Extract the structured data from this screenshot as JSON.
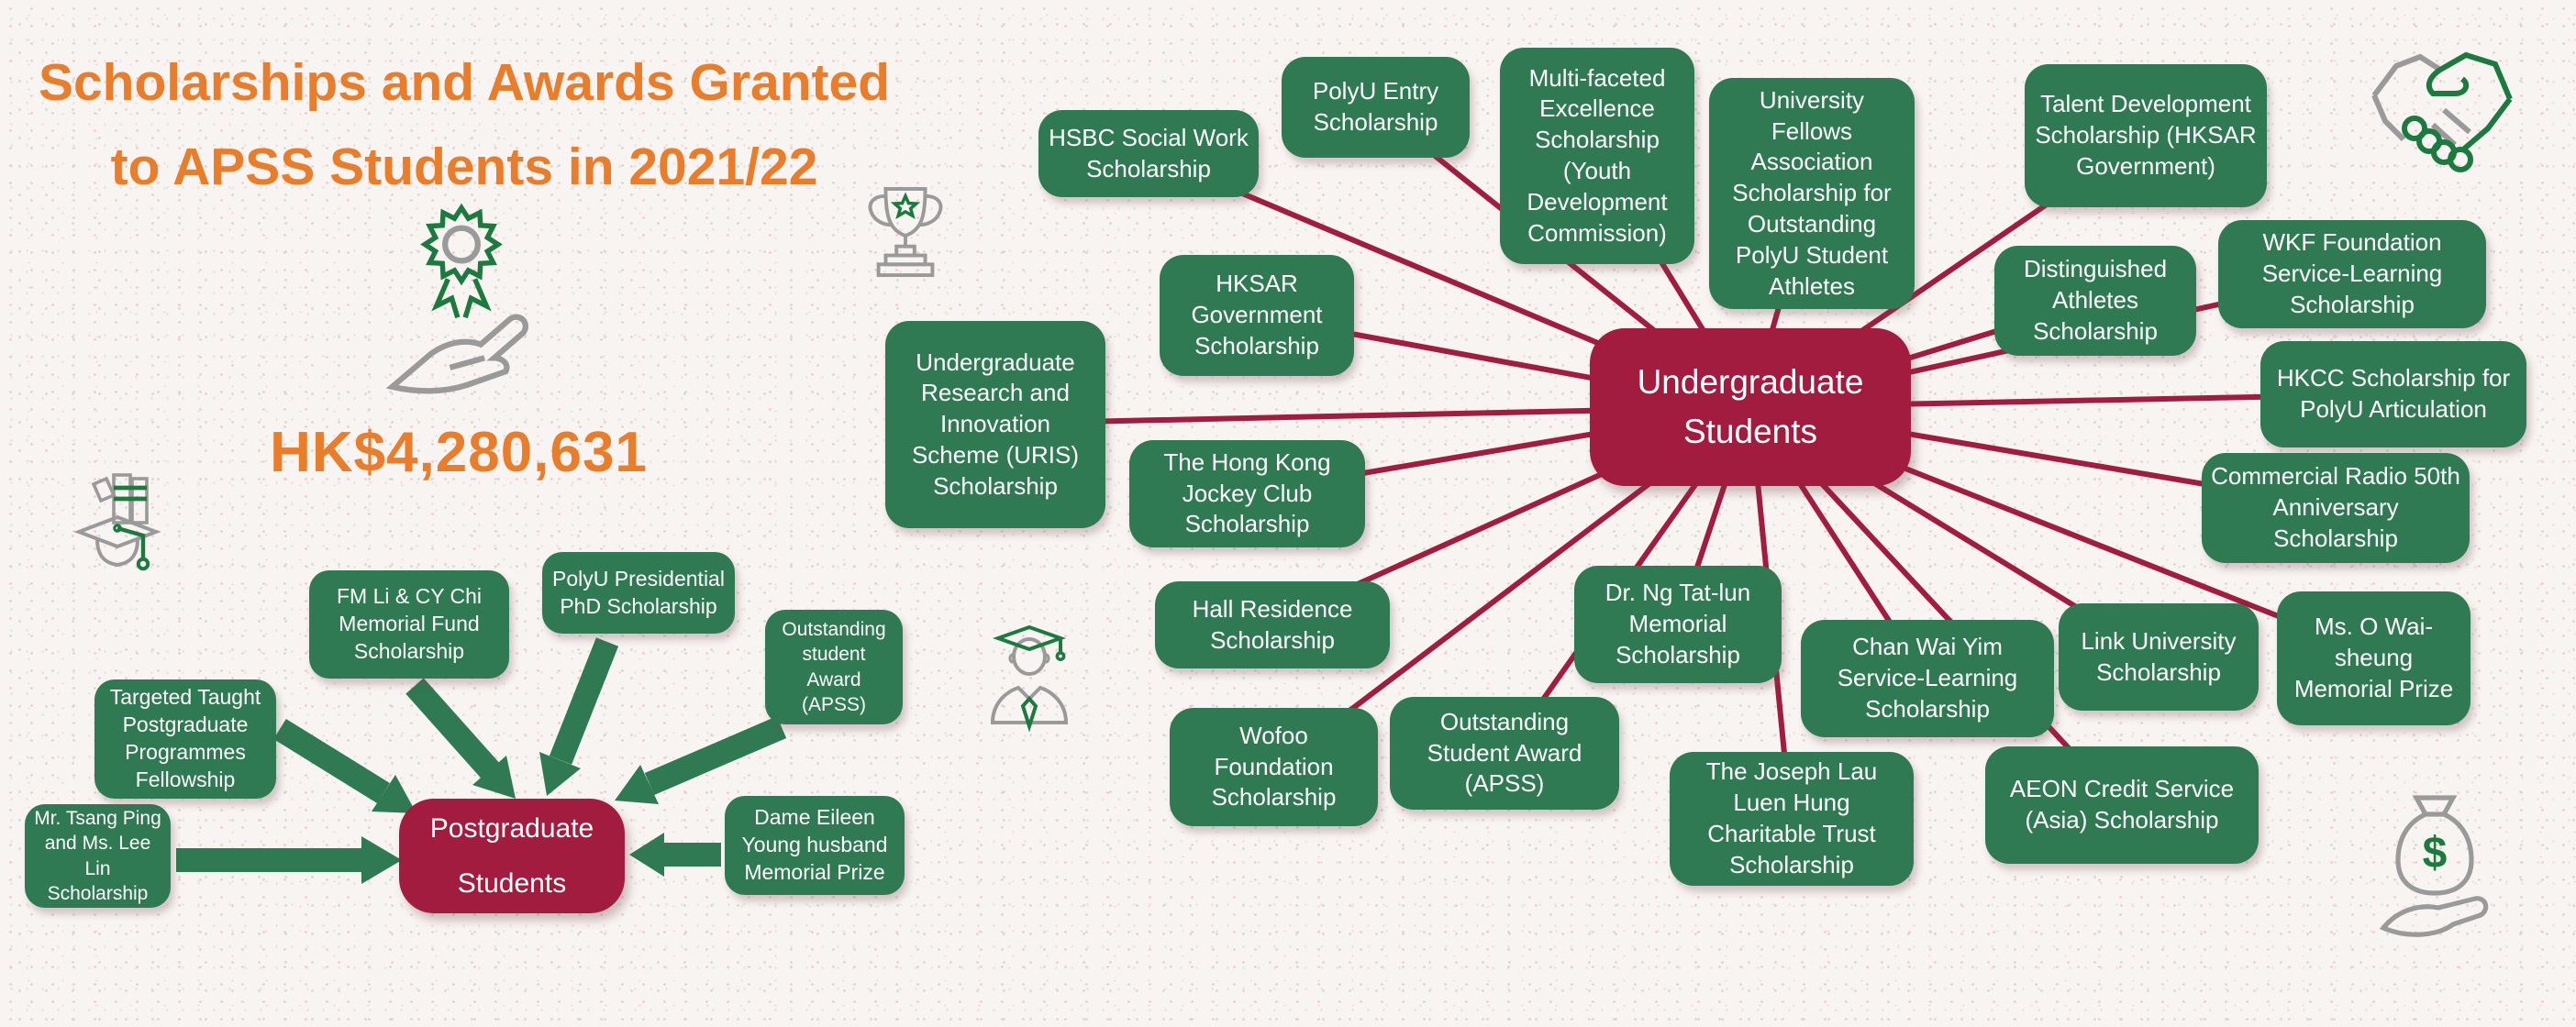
{
  "page": {
    "title_line1": "Scholarships and Awards Granted",
    "title_line2": "to APSS Students in 2021/22",
    "total_amount": "HK$4,280,631"
  },
  "colors": {
    "node_green": "#2f7a53",
    "hub_crimson": "#a11c3e",
    "edge_crimson": "#a11c3e",
    "accent_orange": "#e87d2b",
    "icon_gray": "#9a9a9a",
    "text_white": "#ffffff"
  },
  "icons": [
    "award-ribbon-hand-icon",
    "trophy-icon",
    "books-graduation-cap-icon",
    "graduate-student-icon",
    "handshake-icon",
    "money-bag-hand-icon"
  ],
  "postgraduate": {
    "center_label": "Postgraduate Students",
    "nodes": [
      {
        "label": "Mr. Tsang Ping and Ms. Lee Lin Scholarship"
      },
      {
        "label": "Targeted Taught Postgraduate Programmes Fellowship"
      },
      {
        "label": "FM Li & CY Chi Memorial Fund Scholarship"
      },
      {
        "label": "PolyU Presidential PhD Scholarship"
      },
      {
        "label": "Outstanding student Award (APSS)"
      },
      {
        "label": "Dame Eileen Young husband Memorial Prize"
      }
    ]
  },
  "undergraduate": {
    "center_label": "Undergraduate Students",
    "nodes": [
      {
        "label": "HSBC Social Work Scholarship"
      },
      {
        "label": "PolyU Entry Scholarship"
      },
      {
        "label": "Multi-faceted Excellence Scholarship (Youth Development Commission)"
      },
      {
        "label": "University Fellows Association Scholarship for Outstanding PolyU Student Athletes"
      },
      {
        "label": "Talent Development Scholarship (HKSAR Government)"
      },
      {
        "label": "Distinguished Athletes Scholarship"
      },
      {
        "label": "WKF Foundation Service-Learning Scholarship"
      },
      {
        "label": "HKCC Scholarship for PolyU Articulation"
      },
      {
        "label": "HKSAR Government Scholarship"
      },
      {
        "label": "Undergraduate Research and Innovation Scheme (URIS) Scholarship"
      },
      {
        "label": "The Hong Kong Jockey Club Scholarship"
      },
      {
        "label": "Hall Residence Scholarship"
      },
      {
        "label": "Wofoo Foundation Scholarship"
      },
      {
        "label": "Outstanding Student Award (APSS)"
      },
      {
        "label": "Dr. Ng Tat-lun Memorial Scholarship"
      },
      {
        "label": "Chan Wai Yim Service-Learning Scholarship"
      },
      {
        "label": "The Joseph Lau Luen Hung Charitable Trust Scholarship"
      },
      {
        "label": "AEON Credit Service (Asia) Scholarship"
      },
      {
        "label": "Link University Scholarship"
      },
      {
        "label": "Ms. O Wai-sheung Memorial Prize"
      },
      {
        "label": "Commercial Radio 50th Anniversary Scholarship"
      }
    ]
  }
}
